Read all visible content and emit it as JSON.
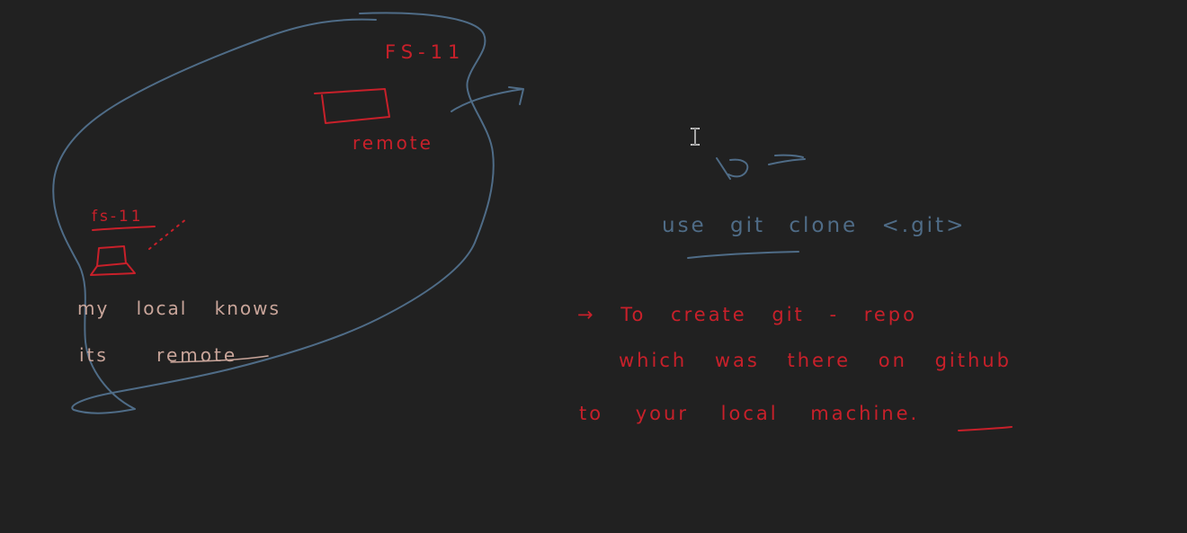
{
  "whiteboard": {
    "background": "#212121",
    "colors": {
      "blue_ink": "#4f6c87",
      "red_ink": "#c8202a",
      "tan_ink": "#c9a59a",
      "cursor": "#e6e6e6"
    },
    "remote_cloud": {
      "remote_repo_label": "FS-11",
      "remote_caption": "remote",
      "local_repo_label": "fs-11",
      "note_line_1": "my local knows",
      "note_line_2": "its remote"
    },
    "command": {
      "text": "use git clone <.git>"
    },
    "explanation": {
      "line_1": "→ To create git - repo",
      "line_2": "which was there on github",
      "line_3": "to your local machine."
    },
    "cursor_icon": "text-ibeam-cursor-icon"
  }
}
